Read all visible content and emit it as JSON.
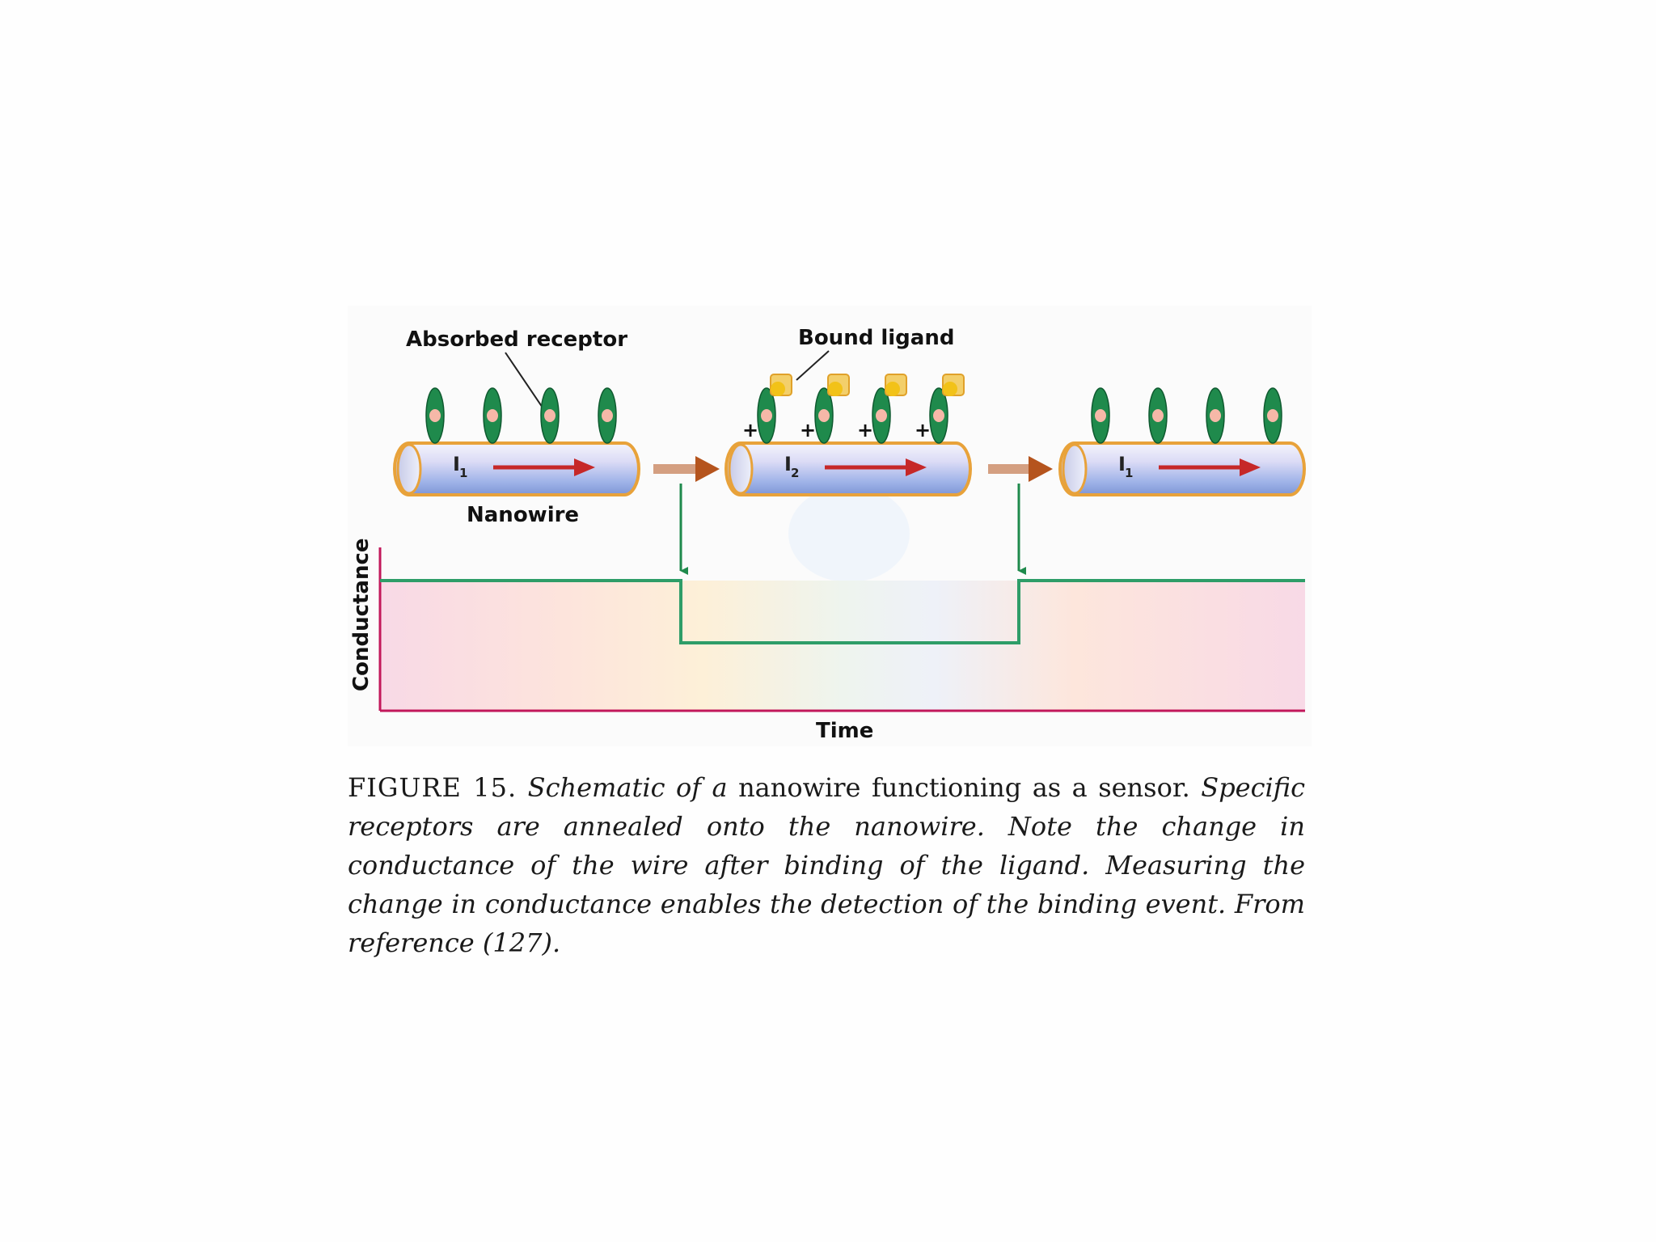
{
  "labels": {
    "absorbed_receptor": "Absorbed receptor",
    "bound_ligand": "Bound ligand",
    "nanowire": "Nanowire",
    "current_symbol": "I",
    "current_subscripts": [
      "1",
      "2",
      "1"
    ],
    "plus_sign": "+",
    "y_axis": "Conductance",
    "x_axis": "Time"
  },
  "conductance_levels": [
    "high",
    "low",
    "high"
  ],
  "caption": {
    "figure_number": "FIGURE 15.",
    "part1_italic": "Schematic of a",
    "part2_upright": "nanowire functioning as a sensor.",
    "part3_italic": "Specific receptors are annealed onto the nanowire. Note the change in conductance of the wire after binding of the ligand. Measuring the change in conductance enables the detection of the binding event. From reference (127)."
  },
  "colors": {
    "receptor": "#1f8a4c",
    "ligand": "#f2c218",
    "wire_outline": "#e8a23a",
    "current_arrow": "#c62828",
    "transition_arrow": "#b5541d",
    "signal_line": "#2e9d68",
    "plot_axis": "#c2185b",
    "plot_fill": "#f8dde8"
  }
}
